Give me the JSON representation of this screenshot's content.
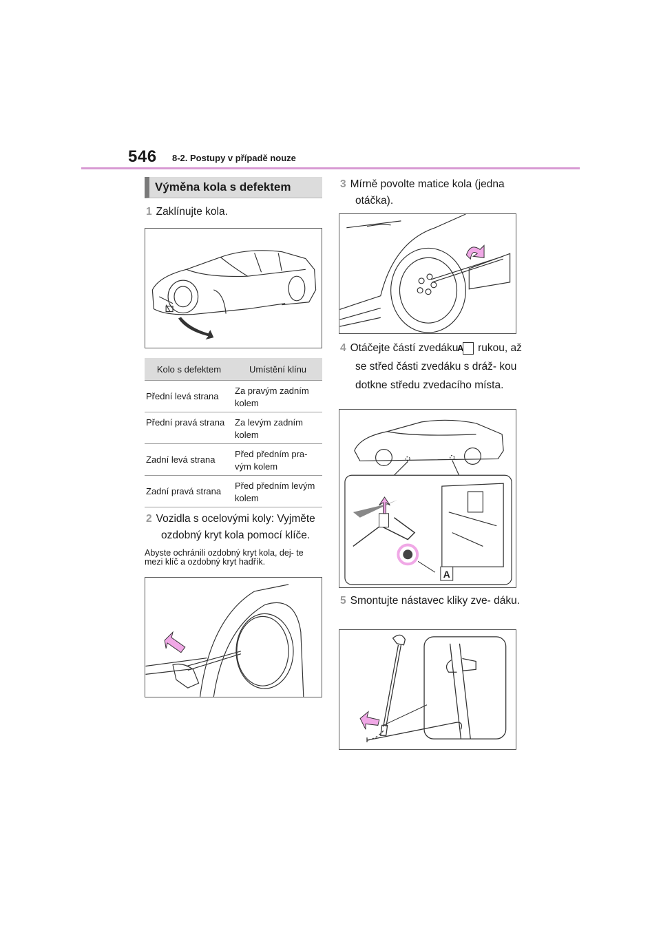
{
  "header": {
    "page_number": "546",
    "chapter": "8-2. Postupy v případě nouze"
  },
  "section": {
    "title": "Výměna kola s defektem"
  },
  "steps": [
    {
      "num": "1",
      "text": "Zaklínujte kola."
    },
    {
      "num": "2",
      "text": "Vozidla s ocelovými koly: Vyjměte ozdobný kryt kola pomocí klíče."
    },
    {
      "num": "3",
      "text": "Mírně povolte matice kola (jedna otáčka)."
    },
    {
      "num": "4",
      "text_before": "Otáčejte částí zvedáku",
      "label": "A",
      "text_after": "rukou, až se střed části zvedáku s dráž- kou dotkne středu zvedacího místa."
    },
    {
      "num": "5",
      "text": "Smontujte nástavec kliky zve- dáku."
    }
  ],
  "note": "Abyste ochránili ozdobný kryt kola, dej- te mezi klíč a ozdobný kryt hadřík.",
  "wedge_table": {
    "headers": [
      "Kolo s defektem",
      "Umístění klínu"
    ],
    "rows": [
      [
        "Přední levá strana",
        "Za pravým zadním kolem"
      ],
      [
        "Přední pravá strana",
        "Za levým zadním kolem"
      ],
      [
        "Zadní levá strana",
        "Před předním pra- vým kolem"
      ],
      [
        "Zadní pravá strana",
        "Před předním levým kolem"
      ]
    ]
  },
  "figure_labels": {
    "jack_label": "A"
  },
  "colors": {
    "accent_rule": "#d89ad3",
    "arrow_fill": "#f0a8e6",
    "header_bg": "#dcdcdc"
  }
}
